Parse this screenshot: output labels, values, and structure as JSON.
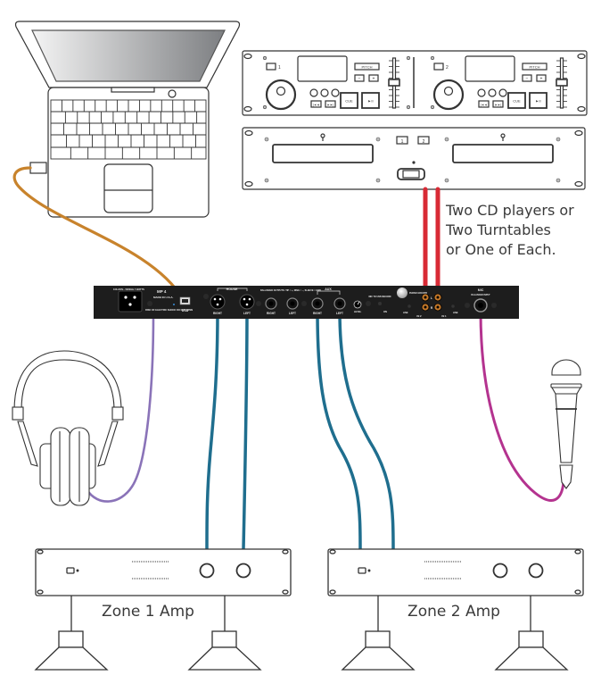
{
  "title": "Multi-zone DJ audio connection diagram",
  "colors": {
    "usb_cable": "#c8832c",
    "headphone_cable": "#8a73b8",
    "line_cable": "#1f6e8e",
    "rca_cable": "#d82a35",
    "mic_cable": "#b4338f",
    "panel": "#1d1d1d",
    "outline": "#333333"
  },
  "devices": {
    "laptop": {
      "name": "Laptop"
    },
    "cd_player_top": {
      "name": "Dual CD player controller",
      "deck_labels": [
        "1",
        "2"
      ],
      "pitch_label": "PITCH",
      "minus_label": "−",
      "plus_label": "+",
      "cue_label": "CUE",
      "play_label": "►II",
      "prev_label": "|◄◄",
      "next_label": "►►|"
    },
    "cd_player_bottom": {
      "name": "Dual CD transport",
      "button_labels": [
        "1",
        "2"
      ]
    },
    "mixer": {
      "model": "MP 4",
      "made_in": "MADE IN U.S.A.",
      "power_spec": "100-240V~ 50/60Hz 7 WATTS",
      "usb_label": "USB",
      "house_label": "HOUSE",
      "house_right": "RIGHT",
      "house_left": "LEFT",
      "balanced_label": "BALANCED OUTPUTS: TIP = +, RING = −, SLEEVE = GND",
      "trs_right": "RIGHT",
      "trs_left": "LEFT",
      "aux_label": "AUX",
      "aux_right": "RIGHT",
      "aux_left": "LEFT",
      "level_label": "LEVEL",
      "mic_to_usb": "MIC TO USB RECORD",
      "phono_ground": "PHONO GROUND",
      "in2_label": "IN 2",
      "in1_label": "IN 1",
      "line_label": "LINE",
      "phono_label": "PHONO",
      "on_label": "ON",
      "off_label": "OFF",
      "l_label": "L",
      "r_label": "R",
      "mic_label": "MIC",
      "mic_sub": "BALANCED INPUT",
      "warning": "RISK OF ELECTRIC SHOCK DO NOT OPEN"
    },
    "headphones": {
      "name": "Headphones"
    },
    "microphone": {
      "name": "Microphone"
    },
    "zone1_amp": {
      "label": "Zone 1 Amp"
    },
    "zone2_amp": {
      "label": "Zone 2 Amp"
    }
  },
  "annotations": {
    "source_note_lines": [
      "Two CD players or",
      "Two Turntables",
      "or One of Each."
    ]
  },
  "connections": [
    {
      "from": "laptop",
      "to": "mixer.usb",
      "cable": "usb"
    },
    {
      "from": "cd_player_bottom",
      "to": "mixer.in1_in2",
      "cable": "rca"
    },
    {
      "from": "mixer.headphone",
      "to": "headphones",
      "cable": "headphone"
    },
    {
      "from": "mixer.house_right",
      "to": "zone1_amp",
      "cable": "line"
    },
    {
      "from": "mixer.house_left",
      "to": "zone1_amp",
      "cable": "line"
    },
    {
      "from": "mixer.aux_right",
      "to": "zone2_amp",
      "cable": "line"
    },
    {
      "from": "mixer.aux_left",
      "to": "zone2_amp",
      "cable": "line"
    },
    {
      "from": "microphone",
      "to": "mixer.mic",
      "cable": "mic"
    }
  ]
}
